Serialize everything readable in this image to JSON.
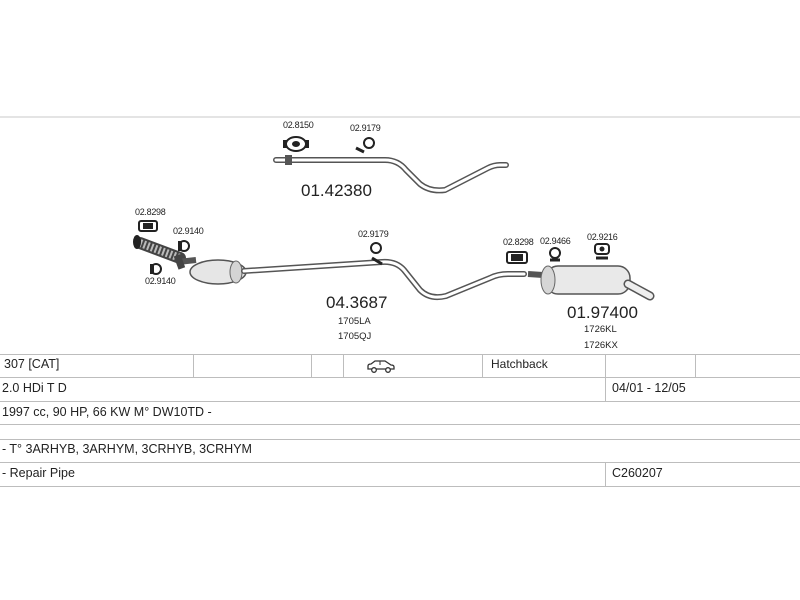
{
  "parts": {
    "upper_pipe": {
      "code": "01.42380",
      "clamp_code": "02.8150",
      "bracket_code": "02.9179"
    },
    "front_section": {
      "clamp_top_code": "02.8298",
      "bracket_mid_code": "02.9140",
      "bracket_low_code": "02.9140",
      "mid_bracket_code": "02.9179",
      "code": "04.3687",
      "refs": [
        "1705LA",
        "1705QJ"
      ]
    },
    "rear_silencer": {
      "clamp_code": "02.8298",
      "bracket_a_code": "02.9466",
      "bracket_b_code": "02.9216",
      "code": "01.97400",
      "refs": [
        "1726KL",
        "1726KX"
      ]
    }
  },
  "vehicle": {
    "model": "307  [CAT]",
    "body_type": "Hatchback",
    "engine": "2.0 HDi T D",
    "years": "04/01 - 12/05",
    "specs": "1997 cc, 90 HP, 66 KW M° DW10TD -",
    "type_codes": "- T° 3ARHYB, 3ARHYM, 3CRHYB, 3CRHYM",
    "kit": "- Repair Pipe",
    "kit_code": "C260207"
  },
  "icons": {
    "car_icon": "hatchback-car-icon"
  }
}
